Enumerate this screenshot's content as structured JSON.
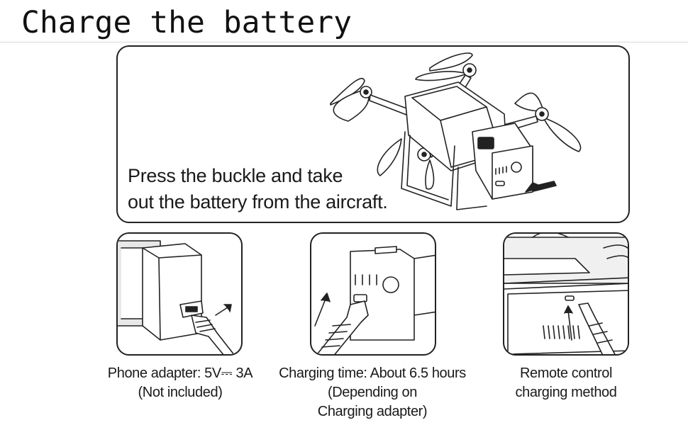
{
  "title": "Charge the battery",
  "main": {
    "line1": "Press the buckle and take",
    "line2": "out the battery from the aircraft."
  },
  "captions": {
    "adapter": {
      "line1": "Phone adapter: 5V⎓ 3A",
      "line2": "(Not included)"
    },
    "time": {
      "line1": "Charging time: About 6.5 hours",
      "line2": "(Depending on",
      "line3": "Charging adapter)"
    },
    "remote": {
      "line1": "Remote control",
      "line2": "charging method"
    }
  }
}
